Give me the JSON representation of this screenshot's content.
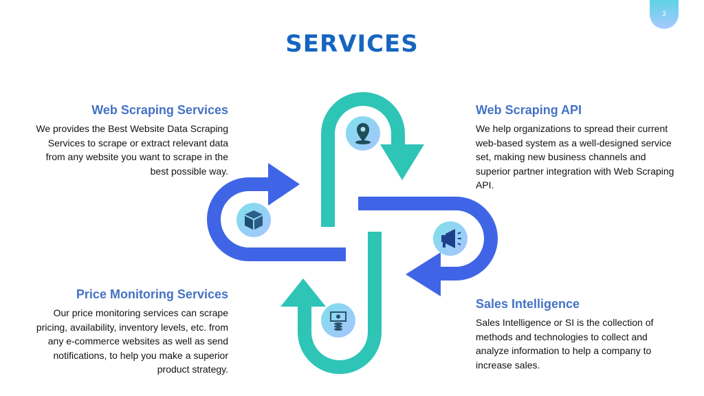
{
  "page_number": "3",
  "title": "SERVICES",
  "colors": {
    "teal": "#2ec4b6",
    "blue": "#3f65e6",
    "heading": "#4472c4",
    "title": "#1565c0"
  },
  "sections": {
    "web_scraping": {
      "heading": "Web Scraping Services",
      "body": "We provides the Best Website Data Scraping Services to scrape or extract relevant data from any website you want to scrape in the best possible way.",
      "icon": "location-pin-icon"
    },
    "api": {
      "heading": "Web Scraping API",
      "body": "We help organizations to spread their current web-based system as a well-designed service set, making new business channels and superior partner integration with Web Scraping API.",
      "icon": "megaphone-icon"
    },
    "price": {
      "heading": "Price Monitoring Services",
      "body": "Our price monitoring services can scrape pricing, availability, inventory levels, etc. from any e-commerce websites as well as send notifications, to help you make a superior product strategy.",
      "icon": "money-coins-icon"
    },
    "sales": {
      "heading": "Sales Intelligence",
      "body": "Sales Intelligence or SI is the collection of methods and technologies to collect and analyze information to help a company to increase sales.",
      "icon": "box-icon"
    }
  }
}
